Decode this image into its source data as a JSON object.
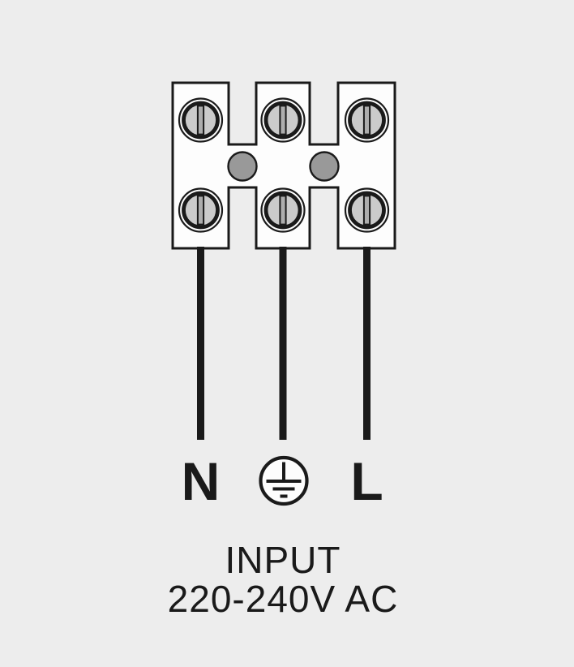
{
  "colors": {
    "background": "#EDEDED",
    "line": "#1A1A1A",
    "block_fill": "#FDFDFD",
    "screw_face": "#CBCBCB",
    "screw_slot": "#ADADAD",
    "connector_dot": "#999999"
  },
  "terminal_block": {
    "labels": {
      "left": "N",
      "right": "L"
    },
    "earth_icon": "protective-earth-icon"
  },
  "caption": {
    "line1": "INPUT",
    "line2": "220-240V AC"
  }
}
